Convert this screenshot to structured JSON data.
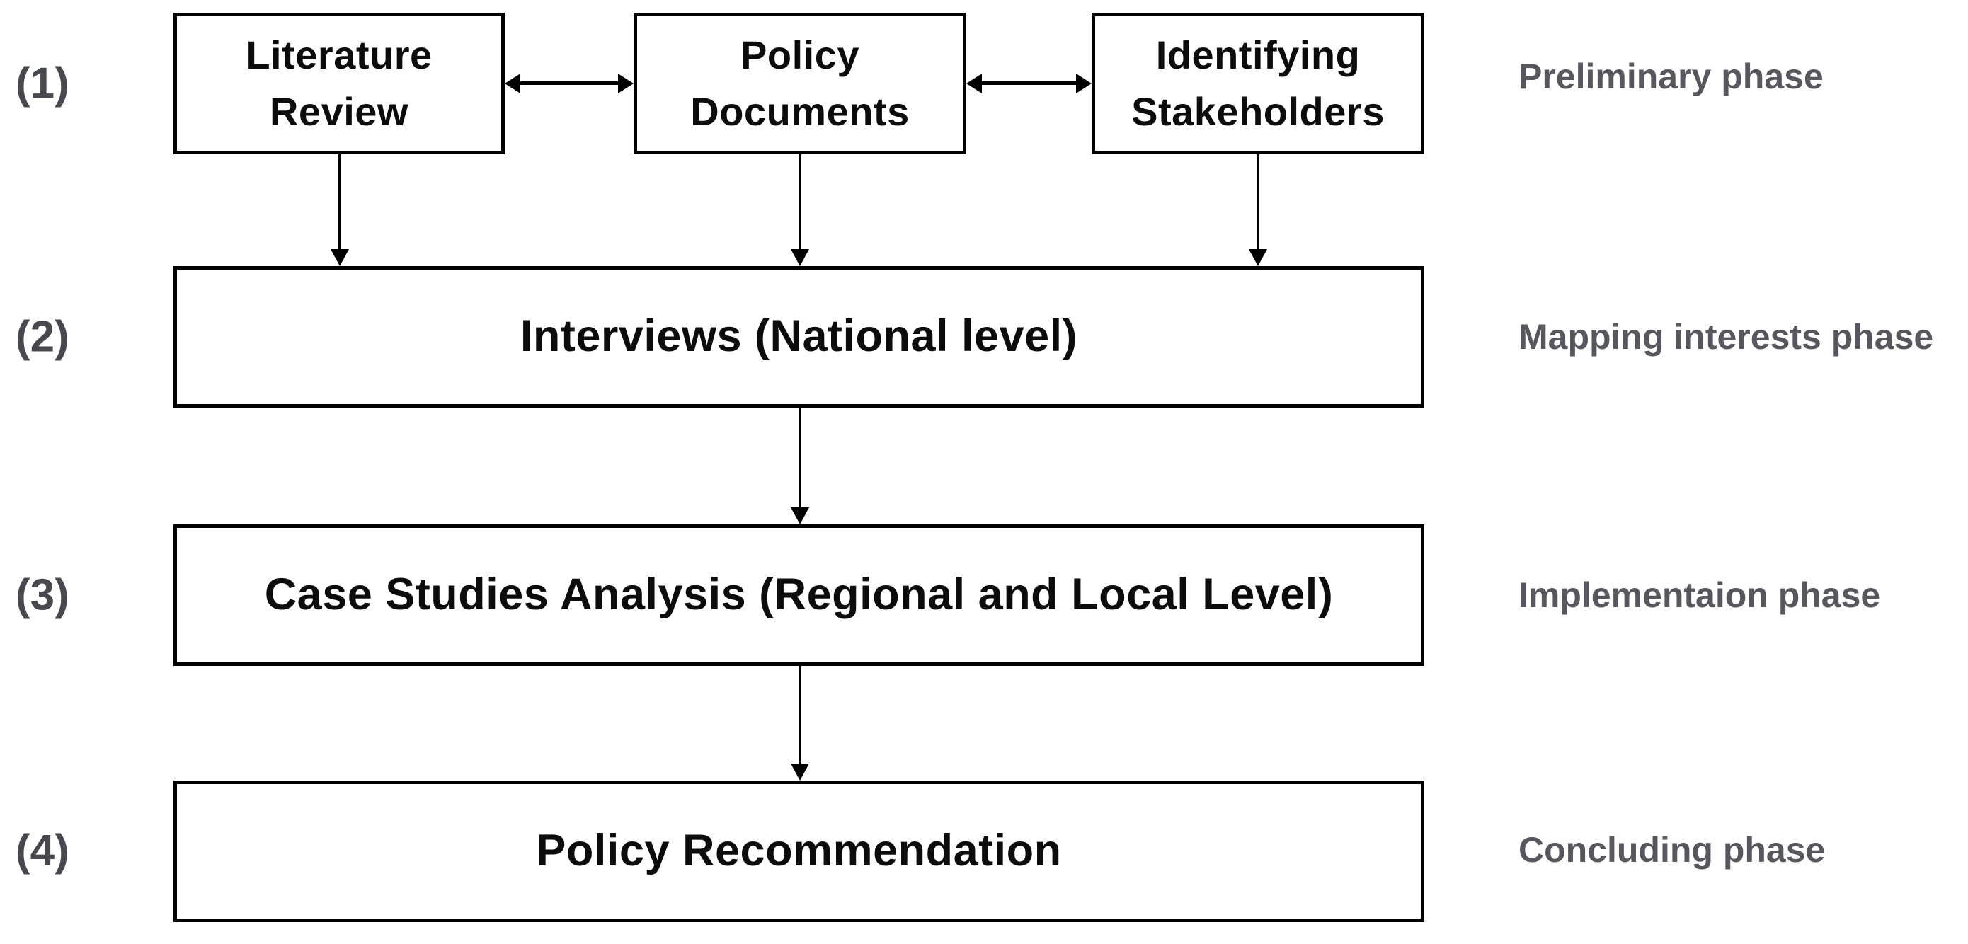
{
  "rows": {
    "r1": {
      "number": "(1)",
      "phase": "Preliminary phase",
      "box1": {
        "line1": "Literature",
        "line2": "Review"
      },
      "box2": {
        "line1": "Policy",
        "line2": "Documents"
      },
      "box3": {
        "line1": "Identifying",
        "line2": "Stakeholders"
      }
    },
    "r2": {
      "number": "(2)",
      "phase": "Mapping interests phase",
      "box": "Interviews (National level)"
    },
    "r3": {
      "number": "(3)",
      "phase": "Implementaion phase",
      "box": "Case Studies Analysis (Regional and Local Level)"
    },
    "r4": {
      "number": "(4)",
      "phase": "Concluding phase",
      "box": "Policy Recommendation"
    }
  },
  "colors": {
    "background": "#ffffff",
    "box_fill": "#ffffff",
    "box_border": "#000000",
    "box_text": "#0c0c0c",
    "number_gray": "#47494e",
    "phase_gray": "#56585d",
    "arrow_black": "#000000"
  }
}
